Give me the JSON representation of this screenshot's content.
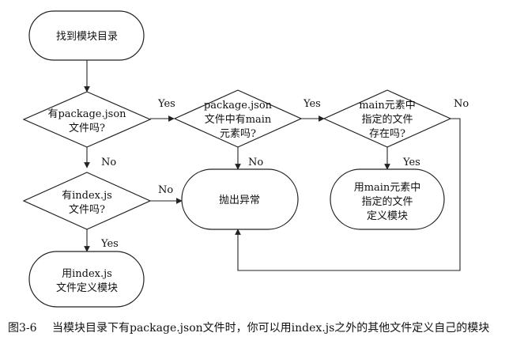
{
  "nodes": {
    "start": [
      "找到模块目录"
    ],
    "d1": [
      "有package.json",
      "文件吗?"
    ],
    "d2": [
      "package.json",
      "文件中有main",
      "元素吗?"
    ],
    "d3": [
      "main元素中",
      "指定的文件",
      "存在吗?"
    ],
    "d4": [
      "有index.js",
      "文件吗?"
    ],
    "error": [
      "抛出异常"
    ],
    "useMain": [
      "用main元素中",
      "指定的文件",
      "定义模块"
    ],
    "useIndex": [
      "用index.js",
      "文件定义模块"
    ]
  },
  "edges": {
    "d1_yes": "Yes",
    "d1_no": "No",
    "d2_yes": "Yes",
    "d2_no": "No",
    "d3_yes": "Yes",
    "d3_no": "No",
    "d4_yes": "Yes",
    "d4_no": "No"
  },
  "caption": {
    "number": "图3-6",
    "text": "当模块目录下有package.json文件时，你可以用index.js之外的其他文件定义自己的模块"
  }
}
